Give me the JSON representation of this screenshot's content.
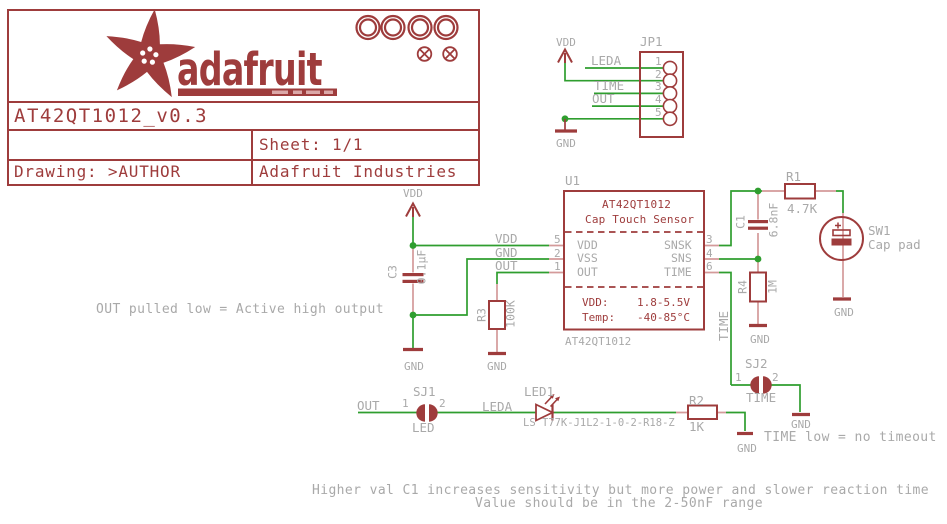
{
  "colors": {
    "maroon": "#9e3c3c",
    "wire_green": "#2f9e2f",
    "label_gray": "#a9a9a9",
    "pin_stub": "#d49a9a"
  },
  "title_block": {
    "logo_text": "adafruit",
    "title": "AT42QT1012_v0.3",
    "sheet": "Sheet: 1/1",
    "drawing": "Drawing: >AUTHOR",
    "company": "Adafruit Industries"
  },
  "jp1": {
    "ref": "JP1",
    "pins": [
      "1",
      "2",
      "3",
      "4",
      "5"
    ]
  },
  "u1": {
    "ref": "U1",
    "title": "AT42QT1012",
    "subtitle": "Cap Touch Sensor",
    "value": "AT42QT1012",
    "pin_names": {
      "vdd": "VDD",
      "vss": "VSS",
      "out": "OUT",
      "snsk": "SNSK",
      "sns": "SNS",
      "time": "TIME"
    },
    "pin_numbers": {
      "vdd": "5",
      "vss": "2",
      "out": "1",
      "snsk": "3",
      "sns": "4",
      "time": "6"
    },
    "spec_vdd_key": "VDD:",
    "spec_vdd_val": "1.8-5.5V",
    "spec_temp_key": "Temp:",
    "spec_temp_val": "-40-85°C"
  },
  "components": {
    "c3": {
      "ref": "C3",
      "value": "0.1µF"
    },
    "r3": {
      "ref": "R3",
      "value": "100K"
    },
    "r1": {
      "ref": "R1",
      "value": "4.7K"
    },
    "c1": {
      "ref": "C1",
      "value": "6.8nF"
    },
    "r4": {
      "ref": "R4",
      "value": "1M"
    },
    "sw1": {
      "ref": "SW1",
      "value": "Cap pad"
    },
    "r2": {
      "ref": "R2",
      "value": "1K"
    },
    "led1": {
      "ref": "LED1",
      "value": "LS T77K-J1L2-1-0-2-R18-Z"
    },
    "sj1": {
      "ref": "SJ1",
      "value": "LED",
      "pin1": "1",
      "pin2": "2"
    },
    "sj2": {
      "ref": "SJ2",
      "value": "TIME",
      "pin1": "1",
      "pin2": "2"
    }
  },
  "nets": {
    "vdd": "VDD",
    "gnd": "GND",
    "out": "OUT",
    "leda": "LEDA",
    "time": "TIME"
  },
  "notes": {
    "out": "OUT pulled low = Active high output",
    "time": "TIME low = no timeout",
    "c1_line1": "Higher val C1 increases sensitivity but more power and slower reaction time",
    "c1_line2": "Value should be in the 2-50nF range"
  }
}
